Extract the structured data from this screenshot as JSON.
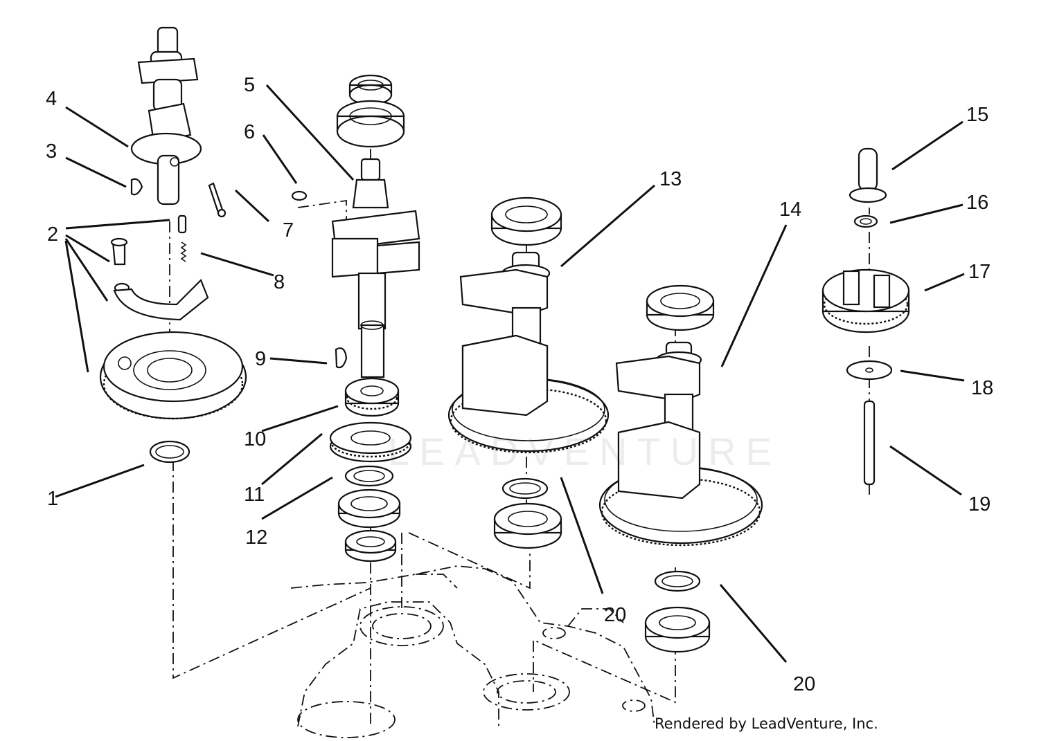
{
  "callouts": [
    {
      "id": "c1",
      "text": "1"
    },
    {
      "id": "c2",
      "text": "2"
    },
    {
      "id": "c3",
      "text": "3"
    },
    {
      "id": "c4",
      "text": "4"
    },
    {
      "id": "c5",
      "text": "5"
    },
    {
      "id": "c6",
      "text": "6"
    },
    {
      "id": "c7",
      "text": "7"
    },
    {
      "id": "c8",
      "text": "8"
    },
    {
      "id": "c9",
      "text": "9"
    },
    {
      "id": "c10",
      "text": "10"
    },
    {
      "id": "c11",
      "text": "11"
    },
    {
      "id": "c12",
      "text": "12"
    },
    {
      "id": "c13",
      "text": "13"
    },
    {
      "id": "c14",
      "text": "14"
    },
    {
      "id": "c15",
      "text": "15"
    },
    {
      "id": "c16",
      "text": "16"
    },
    {
      "id": "c17",
      "text": "17"
    },
    {
      "id": "c18",
      "text": "18"
    },
    {
      "id": "c19",
      "text": "19"
    },
    {
      "id": "c20a",
      "text": "20"
    },
    {
      "id": "c20b",
      "text": "20"
    }
  ],
  "credit": "Rendered by LeadVenture, Inc.",
  "watermark": "LEADVENTURE"
}
